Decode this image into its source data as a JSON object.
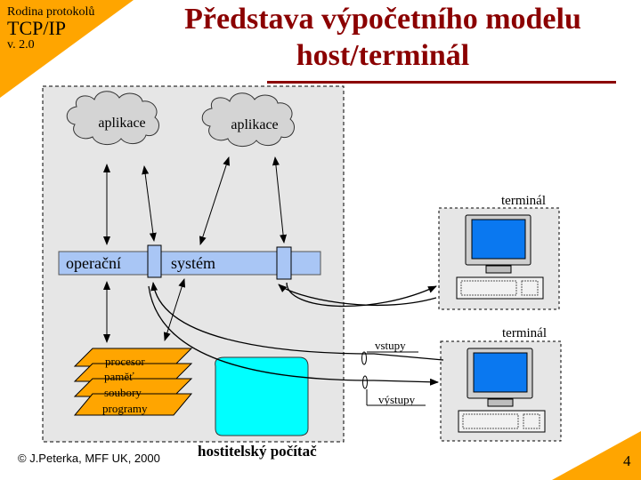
{
  "header": {
    "brand_line1": "Rodina protokolů",
    "brand_line2": "TCP/IP",
    "brand_line3": "v. 2.0",
    "title_line1": "Představa výpočetního modelu",
    "title_line2": "host/terminál"
  },
  "diagram": {
    "app_left": "aplikace",
    "app_right": "aplikace",
    "os_left": "operační",
    "os_right": "systém",
    "resources": [
      "procesor",
      "paměť",
      "soubory",
      "programy"
    ],
    "terminal_top": "terminál",
    "terminal_bottom": "terminál",
    "inputs": "vstupy",
    "outputs": "výstupy",
    "host_label": "hostitelský počítač"
  },
  "footer": {
    "author": "© J.Peterka, MFF UK, 2000",
    "page_number": "4"
  },
  "colors": {
    "accent_orange": "#ffa500",
    "title_red": "#8b0000",
    "os_bar": "#a9c6f5",
    "screen": "#00ffff",
    "monitor_blue": "#0a78f0"
  }
}
